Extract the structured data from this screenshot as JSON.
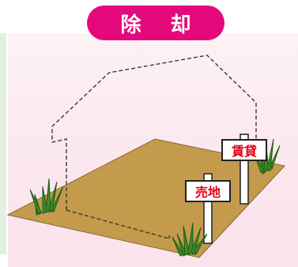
{
  "badge": {
    "label": "除 却",
    "color": "#e4097a"
  },
  "signs": {
    "rent_label": "賃貸",
    "sale_label": "売地",
    "text_color": "#e60012"
  },
  "colors": {
    "ground": "#c49a4c",
    "grass": "#3f8a2a",
    "background": "#fbe6ee"
  }
}
